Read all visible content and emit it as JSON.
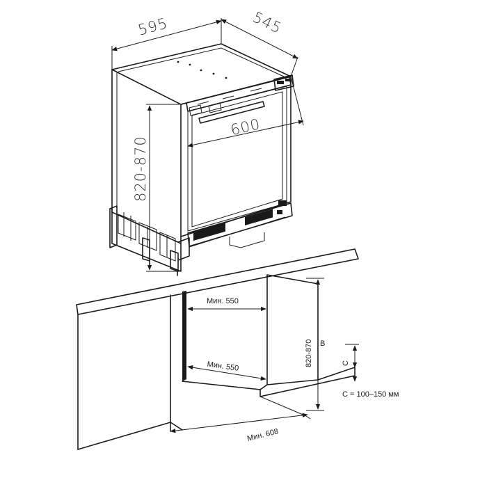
{
  "top_dimensions": {
    "width": "595",
    "depth": "545",
    "front_width": "600",
    "height_range": "820-870"
  },
  "niche_dimensions": {
    "min_width_top": "Мин. 550",
    "min_width_bottom": "Мин. 550",
    "height_range": "820-870",
    "height_label": "B",
    "gap_label": "C",
    "gap_note": "C = 100–150 мм",
    "min_depth": "Мин. 608"
  }
}
